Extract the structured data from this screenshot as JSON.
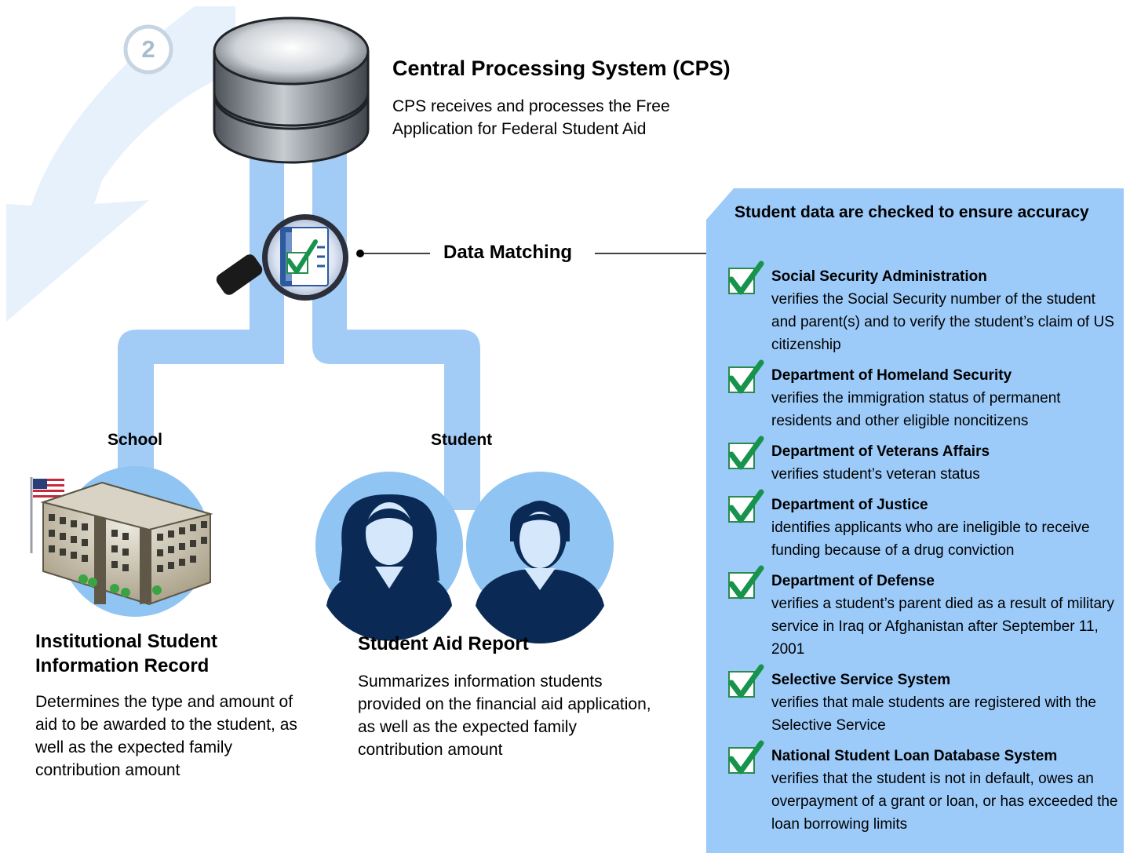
{
  "step_number": "2",
  "cps": {
    "title": "Central Processing System (CPS)",
    "description": "CPS receives and processes the Free Application for Federal Student Aid"
  },
  "data_matching_label": "Data Matching",
  "branches": {
    "school": "School",
    "student": "Student"
  },
  "isir": {
    "title": "Institutional Student Information Record",
    "description": "Determines the type and amount of aid to be awarded to the student, as well as the expected family contribution amount"
  },
  "sar": {
    "title": "Student Aid Report",
    "description": "Summarizes information students provided on the financial aid application, as well as the expected family contribution amount"
  },
  "checks_panel": {
    "title": "Student data are checked to ensure accuracy",
    "items": [
      {
        "org": "Social Security Administration",
        "desc": "verifies the Social Security number of the student and parent(s) and to verify the student’s claim of US citizenship"
      },
      {
        "org": "Department of Homeland Security",
        "desc": "verifies the immigration status of permanent residents and other eligible noncitizens"
      },
      {
        "org": "Department of Veterans Affairs",
        "desc": "verifies student’s veteran status"
      },
      {
        "org": "Department of Justice",
        "desc": "identifies applicants who are ineligible to receive funding because of a drug conviction"
      },
      {
        "org": "Department of Defense",
        "desc": "verifies a student’s parent died as a result of military service in Iraq or Afghanistan after September 11, 2001"
      },
      {
        "org": "Selective Service System",
        "desc": "verifies that male students are registered with the Selective Service"
      },
      {
        "org": "National Student Loan Database System",
        "desc": "verifies that the student is not in default, owes an overpayment of a grant or loan, or has exceeded the loan borrowing limits"
      }
    ]
  },
  "colors": {
    "pipe": "#a2cbf6",
    "panel": "#9ccbfa",
    "circle": "#8fc4f3",
    "faint_arrow": "#e7f1fb",
    "check_green": "#17934b",
    "person_navy": "#0a2a55"
  }
}
